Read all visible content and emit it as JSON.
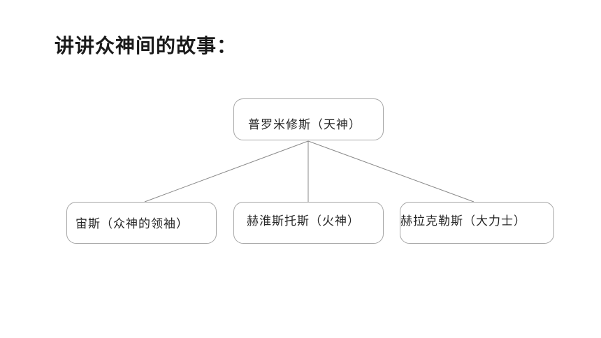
{
  "page": {
    "title": "讲讲众神间的故事："
  },
  "diagram": {
    "root": {
      "label": "普罗米修斯（天神）"
    },
    "children": [
      {
        "label": "宙斯（众神的领袖）"
      },
      {
        "label": "赫淮斯托斯（火神）"
      },
      {
        "label": "赫拉克勒斯（大力士）"
      }
    ],
    "connector_color": "#8a8a8a",
    "border_color": "#a6a6a6"
  }
}
